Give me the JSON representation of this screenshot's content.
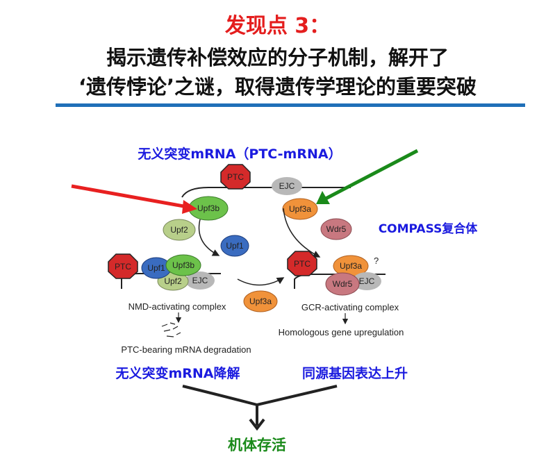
{
  "title": {
    "heading": "发现点 3：",
    "line1": "揭示遗传补偿效应的分子机制，解开了",
    "line2": "‘遗传悖论’之谜，取得遗传学理论的重要突破"
  },
  "labels": {
    "ptc_mrna": "无义突变mRNA（PTC-mRNA）",
    "compass": "COMPASS复合体",
    "mrna_degradation": "无义突变mRNA降解",
    "gene_upregulation": "同源基因表达上升",
    "survival": "机体存活"
  },
  "figure": {
    "ptc": "PTC",
    "ejc": "EJC",
    "upf3b": "Upf3b",
    "upf3a": "Upf3a",
    "upf2": "Upf2",
    "upf1": "Upf1",
    "wdr5": "Wdr5",
    "question": "?",
    "nmd_complex": "NMD-activating complex",
    "gcr_complex": "GCR-activating complex",
    "ptc_degradation": "PTC-bearing mRNA degradation",
    "homologous": "Homologous gene upregulation"
  },
  "colors": {
    "title_red": "#e41e1e",
    "rule_blue": "#1f6fb8",
    "label_blue": "#1a1adf",
    "label_green": "#1a8a1a",
    "arrow_red": "#e82020",
    "arrow_green": "#1a8a1a",
    "ptc_red": "#d42a2a",
    "upf3b_green": "#6cc24a",
    "upf3a_orange": "#f0923a",
    "upf2_olive": "#b8cf8a",
    "upf1_blue": "#3a6cc0",
    "wdr5_pink": "#c87880",
    "ejc_gray": "#b8b8b8"
  }
}
